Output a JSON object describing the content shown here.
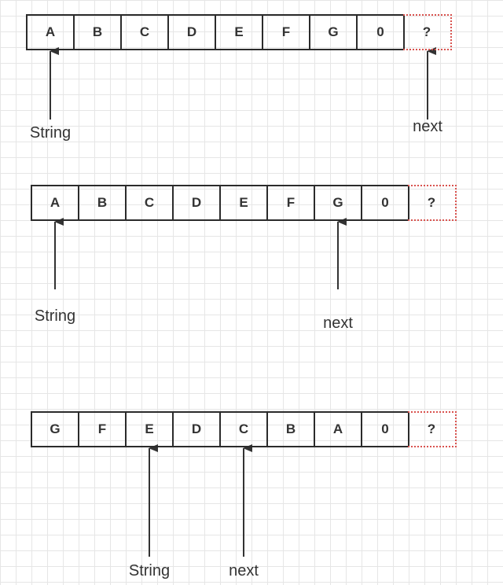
{
  "diagrams": [
    {
      "cells": [
        "A",
        "B",
        "C",
        "D",
        "E",
        "F",
        "G",
        "0"
      ],
      "extra_cell": "?",
      "pointers": [
        {
          "label": "String",
          "target_index": 0
        },
        {
          "label": "next",
          "target_index": 8
        }
      ]
    },
    {
      "cells": [
        "A",
        "B",
        "C",
        "D",
        "E",
        "F",
        "G",
        "0"
      ],
      "extra_cell": "?",
      "pointers": [
        {
          "label": "String",
          "target_index": 0
        },
        {
          "label": "next",
          "target_index": 6
        }
      ]
    },
    {
      "cells": [
        "G",
        "F",
        "E",
        "D",
        "C",
        "B",
        "A",
        "0"
      ],
      "extra_cell": "?",
      "pointers": [
        {
          "label": "String",
          "target_index": 2
        },
        {
          "label": "next",
          "target_index": 4
        }
      ]
    }
  ],
  "colors": {
    "cell_border": "#2b2b2b",
    "unknown_border": "#d9534f",
    "text": "#333333",
    "grid": "#e6e6e6"
  }
}
